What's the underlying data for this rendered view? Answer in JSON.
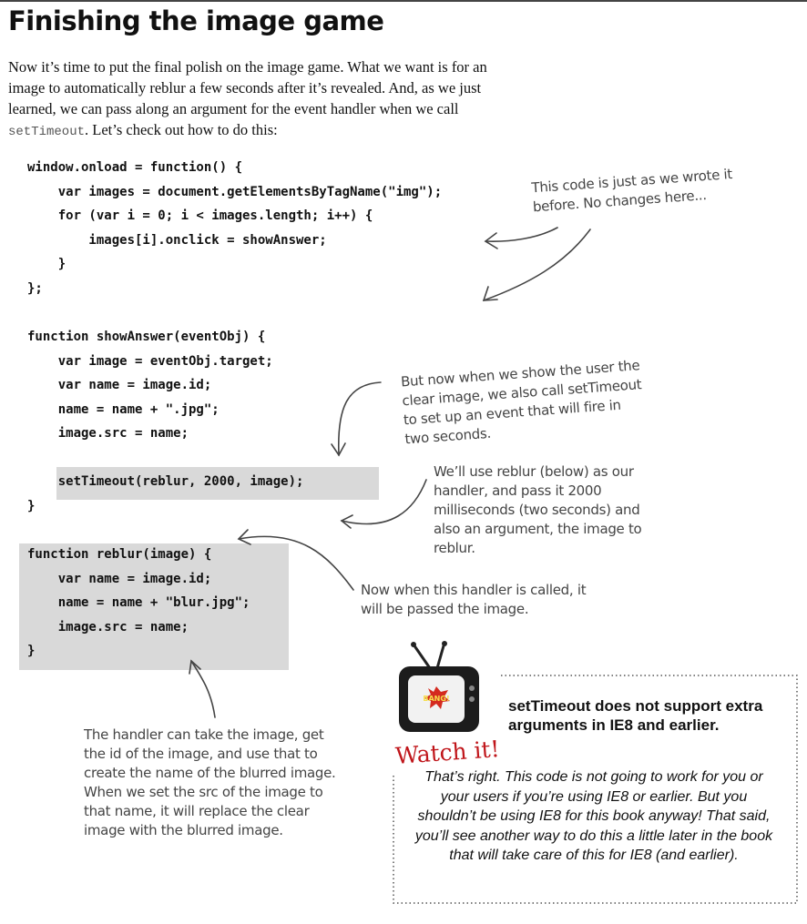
{
  "page": {
    "title": "Finishing the image game",
    "intro_before": "Now it’s time to put the final polish on the image game. What we want is for an image to automatically reblur a few seconds after it’s revealed. And, as we just learned, we can pass along an argument for the event handler when we call ",
    "intro_code": "setTimeout",
    "intro_after": ". Let’s check out how to do this:"
  },
  "code": {
    "block1": [
      "window.onload = function() {",
      "    var images = document.getElementsByTagName(\"img\");",
      "    for (var i = 0; i < images.length; i++) {",
      "        images[i].onclick = showAnswer;",
      "    }",
      "};"
    ],
    "block2": [
      "function showAnswer(eventObj) {",
      "    var image = eventObj.target;",
      "    var name = image.id;",
      "    name = name + \".jpg\";",
      "    image.src = name;",
      "",
      "    setTimeout(reblur, 2000, image);",
      "}"
    ],
    "block3": [
      "function reblur(image) {",
      "    var name = image.id;",
      "    name = name + \"blur.jpg\";",
      "    image.src = name;",
      "}"
    ]
  },
  "annotations": {
    "no_changes": "This code is just as we wrote it before. No changes here...",
    "set_timeout": "But now when we show the user the clear image, we also call setTimeout to set up an event that will fire in two seconds.",
    "reblur_handler": "We’ll use reblur (below) as our handler, and pass it 2000 milliseconds (two seconds) and also an argument, the image to reblur.",
    "passed_image": "Now when this handler is called, it will be passed the image.",
    "handler_explain": "The handler can take the image, get the id of the image, and use that to create the name of the blurred image. When we set the src of the image to that name, it will replace the clear image with the blurred image."
  },
  "watch_it": {
    "label": "Watch it!",
    "badge": "BANG!",
    "heading": "setTimeout does not support extra arguments in IE8 and earlier.",
    "body": "That’s right. This code is not going to work for you or your users if you’re using IE8 or earlier. But you shouldn’t be using IE8 for this book anyway! That said, you’ll see another way to do this a little later in the book that will take care of this for IE8 (and earlier)."
  }
}
